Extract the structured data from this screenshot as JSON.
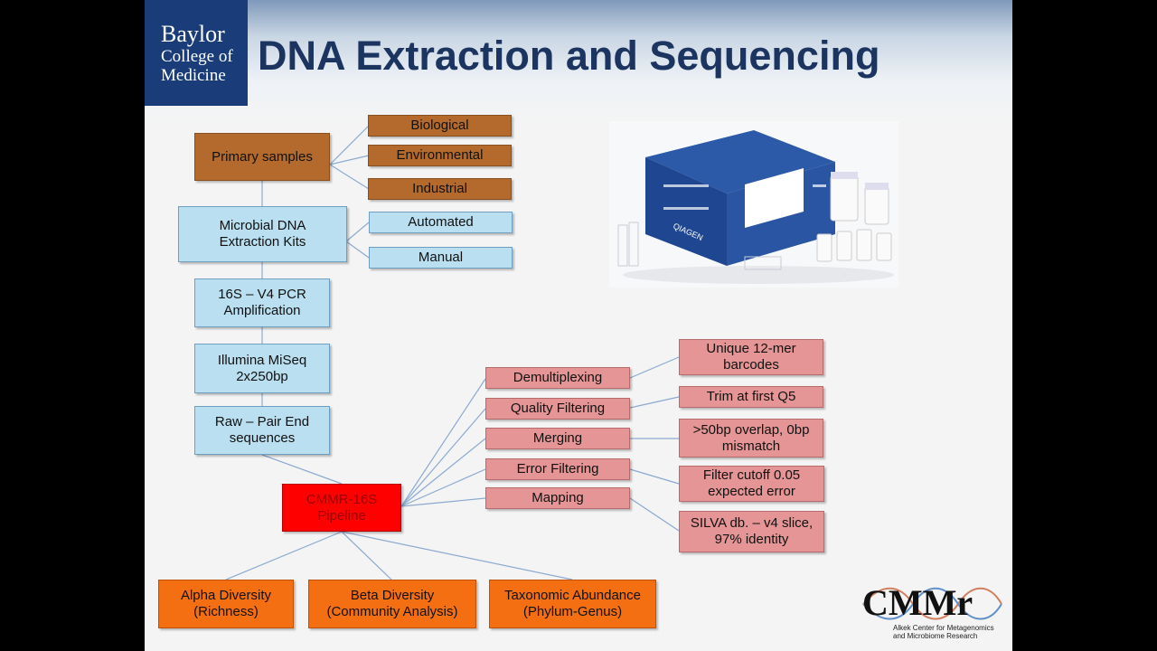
{
  "logo": {
    "line1": "Baylor",
    "line2": "College of",
    "line3": "Medicine"
  },
  "title": "DNA Extraction and Sequencing",
  "flow": {
    "primary": "Primary samples",
    "sample_types": [
      "Biological",
      "Environmental",
      "Industrial"
    ],
    "extraction": [
      "Microbial DNA",
      "Extraction Kits"
    ],
    "extraction_types": [
      "Automated",
      "Manual"
    ],
    "pcr": [
      "16S – V4 PCR",
      "Amplification"
    ],
    "miseq": [
      "Illumina MiSeq",
      "2x250bp"
    ],
    "raw": [
      "Raw – Pair End",
      "sequences"
    ],
    "pipeline": [
      "CMMR-16S",
      "Pipeline"
    ],
    "steps": [
      "Demultiplexing",
      "Quality Filtering",
      "Merging",
      "Error Filtering",
      "Mapping"
    ],
    "details": [
      [
        "Unique 12-mer",
        "barcodes"
      ],
      [
        "Trim at first Q5"
      ],
      [
        ">50bp overlap, 0bp",
        "mismatch"
      ],
      [
        "Filter cutoff 0.05",
        "expected error"
      ],
      [
        "SILVA db. – v4 slice,",
        "97% identity"
      ]
    ],
    "outputs": [
      [
        "Alpha Diversity",
        "(Richness)"
      ],
      [
        "Beta Diversity",
        "(Community Analysis)"
      ],
      [
        "Taxonomic Abundance",
        "(Phylum-Genus)"
      ]
    ]
  },
  "photo": {
    "brand": "QIAGEN"
  },
  "cmmr_logo": {
    "mark": "CMMr",
    "sub1": "Alkek Center for Metagenomics",
    "sub2": "and Microbiome Research"
  },
  "colors": {
    "title": "#1c3460",
    "logo_bg": "#1a3d7a",
    "sample": "#b36a2c",
    "process": "#b9dff0",
    "pipeline_step": "#e59595",
    "pipeline": "#ff0000",
    "output": "#f46e12",
    "connector": "#8aaad0"
  }
}
